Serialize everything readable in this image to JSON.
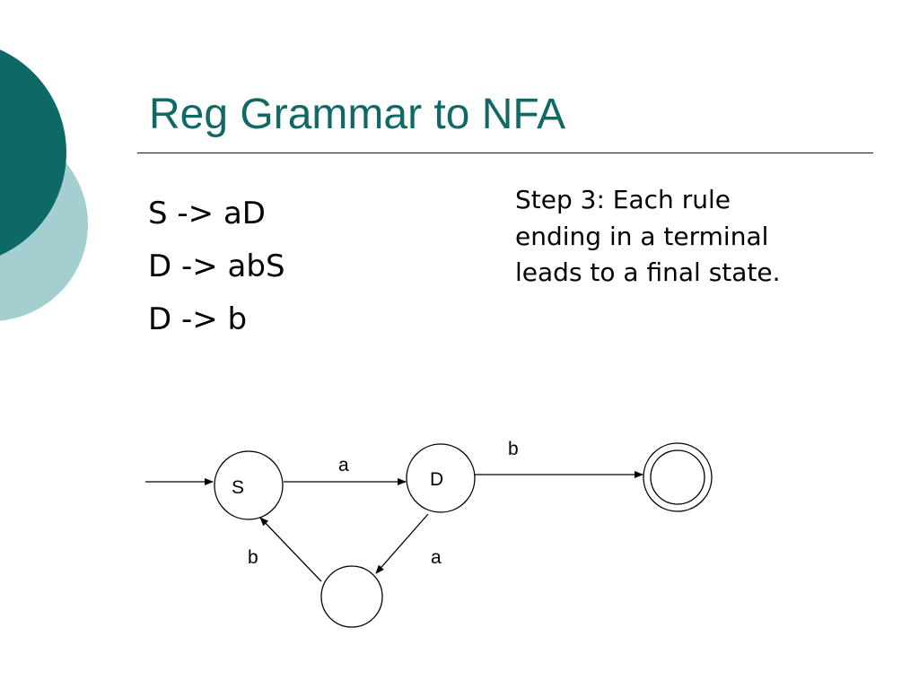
{
  "slide": {
    "title": "Reg Grammar to NFA",
    "grammar_rules": [
      "S -> aD",
      "D -> abS",
      "D -> b"
    ],
    "note": "Step 3: Each rule ending in a terminal leads to a final state."
  },
  "theme": {
    "title_color": "#116966",
    "deco_dark": "#0e6966",
    "deco_light": "#a3cfd0"
  },
  "nfa": {
    "states": [
      {
        "id": "S",
        "label": "S",
        "start": true,
        "final": false
      },
      {
        "id": "D",
        "label": "D",
        "start": false,
        "final": false
      },
      {
        "id": "q",
        "label": "",
        "start": false,
        "final": false
      },
      {
        "id": "F",
        "label": "",
        "start": false,
        "final": true
      }
    ],
    "transitions": [
      {
        "from": "S",
        "to": "D",
        "symbol": "a"
      },
      {
        "from": "D",
        "to": "F",
        "symbol": "b"
      },
      {
        "from": "D",
        "to": "q",
        "symbol": "a"
      },
      {
        "from": "q",
        "to": "S",
        "symbol": "b"
      }
    ]
  }
}
